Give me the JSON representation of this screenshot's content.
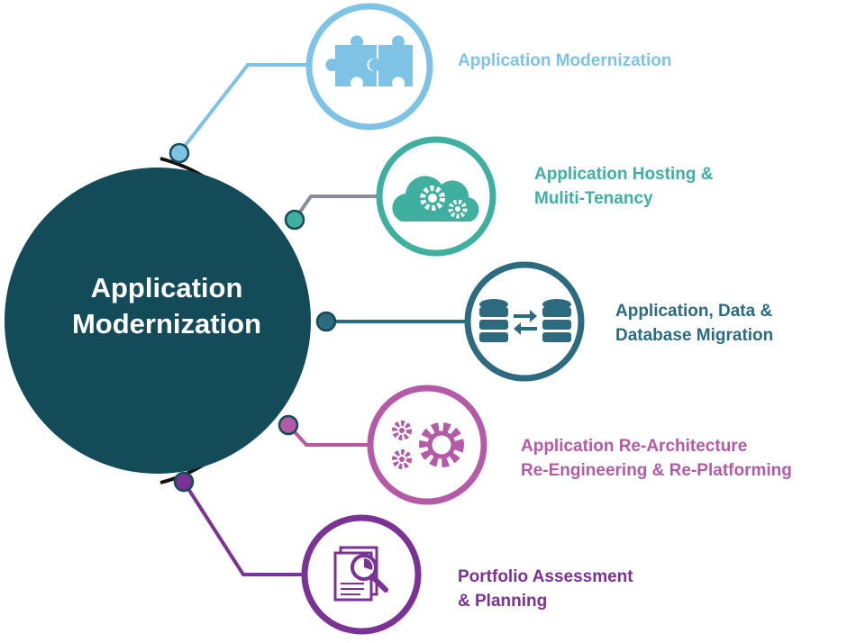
{
  "hub": {
    "title_line1": "Application",
    "title_line2": "Modernization",
    "color": "#134b58"
  },
  "items": [
    {
      "line1": "Application Modernization",
      "line2": "",
      "color": "#7ec3e6",
      "icon": "puzzle-icon"
    },
    {
      "line1": "Application Hosting &",
      "line2": "Muliti-Tenancy",
      "color": "#3faf9f",
      "icon": "cloud-gears-icon"
    },
    {
      "line1": "Application, Data &",
      "line2": "Database Migration",
      "color": "#2c6b7f",
      "icon": "database-transfer-icon"
    },
    {
      "line1": "Application Re-Architecture",
      "line2": "Re-Engineering & Re-Platforming",
      "color": "#b45aa6",
      "icon": "gears-icon"
    },
    {
      "line1": "Portfolio Assessment",
      "line2": "& Planning",
      "color": "#7a3394",
      "icon": "document-search-icon"
    }
  ]
}
